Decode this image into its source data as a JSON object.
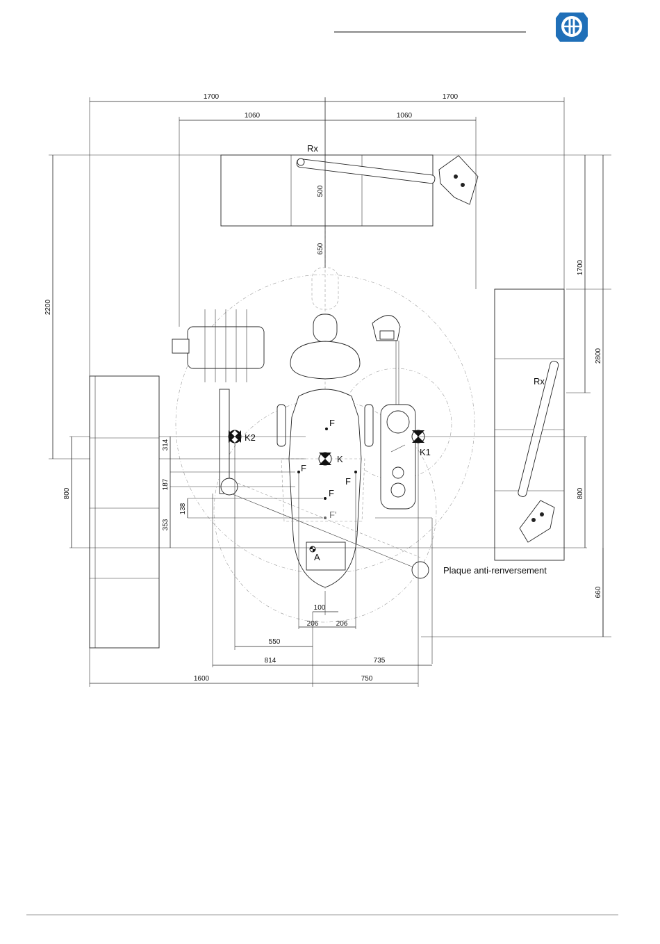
{
  "brand": {
    "logo_icon": "castellini-logo-icon",
    "color": "#1f6fb8"
  },
  "dimensions": {
    "top_left_1700": "1700",
    "top_right_1700": "1700",
    "top_left_1060": "1060",
    "top_right_1060": "1060",
    "cabinet_depth_500": "500",
    "gap_650": "650",
    "left_2200": "2200",
    "right_1700": "1700",
    "right_2800": "2800",
    "right_800": "800",
    "right_660": "660",
    "left_800": "800",
    "left_314": "314",
    "left_187": "187",
    "left_138": "138",
    "left_353": "353",
    "bottom_100": "100",
    "bottom_206_left": "206",
    "bottom_206_right": "206",
    "bottom_550": "550",
    "bottom_814": "814",
    "bottom_735": "735",
    "bottom_1600": "1600",
    "bottom_750": "750"
  },
  "labels": {
    "rx_top": "Rx",
    "rx_right": "Rx",
    "k": "K",
    "k1": "K1",
    "k2": "K2",
    "f_top": "F",
    "f_left": "F",
    "f_right": "F",
    "f_mid": "F",
    "f_prime": "F'",
    "a": "A",
    "plaque": "Plaque anti-renversement"
  }
}
